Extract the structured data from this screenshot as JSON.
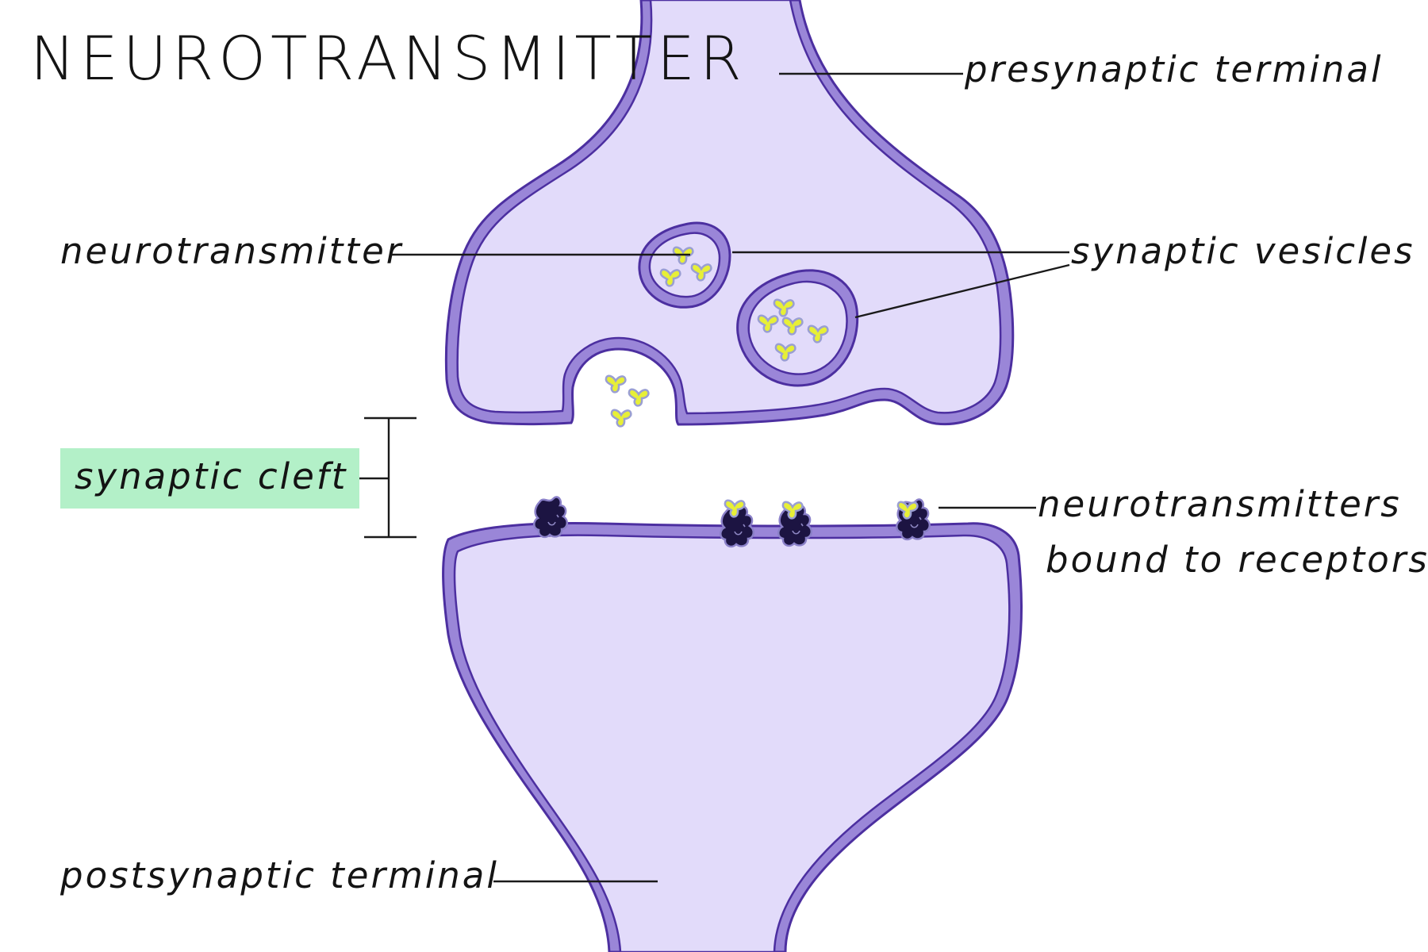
{
  "title": "NEUROTRANSMITTER",
  "labels": {
    "presynaptic": "presynaptic terminal",
    "neurotransmitter": "neurotransmitter",
    "synaptic_vesicles": "synaptic vesicles",
    "synaptic_cleft": "synaptic cleft",
    "bound_line1": "neurotransmitters",
    "bound_line2": "bound to receptors",
    "postsynaptic": "postsynaptic terminal"
  },
  "colors": {
    "membrane": "#9a86d8",
    "membrane_outline": "#4c2fa0",
    "cytoplasm": "#e2dbfa",
    "neurotransmitter": "#e7ef37",
    "receptor": "#1c1442",
    "cleft_highlight": "#b3f0c8",
    "ink": "#141414"
  }
}
